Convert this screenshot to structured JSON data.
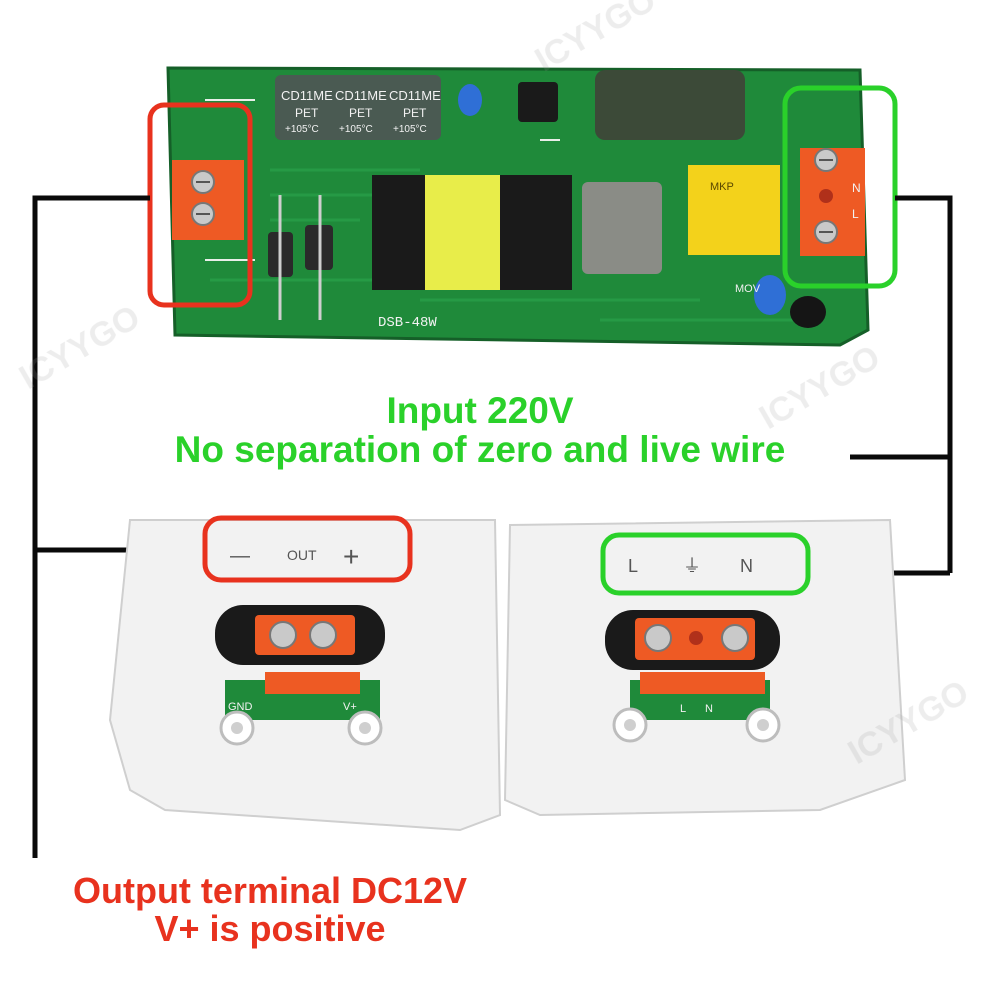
{
  "captions": {
    "input_line1": "Input 220V",
    "input_line2": "No separation of zero and live wire",
    "output_line1": "Output terminal DC12V",
    "output_line2": "V+ is positive"
  },
  "pcb": {
    "capacitor_label_1": "CD11ME",
    "capacitor_label_2": "CD11ME",
    "capacitor_label_3": "CD11ME",
    "capacitor_sub_1": "PET",
    "capacitor_sub_2": "PET",
    "capacitor_sub_3": "PET",
    "capacitor_temp_1": "+105°C",
    "capacitor_temp_2": "+105°C",
    "capacitor_temp_3": "+105°C",
    "model": "DSB-48W",
    "mov_label": "MOV",
    "relay_text": "MKP",
    "terminal_n": "N",
    "terminal_l": "L"
  },
  "output_box": {
    "minus": "—",
    "out": "OUT",
    "plus": "+",
    "gnd": "GND",
    "vplus": "V+"
  },
  "input_box": {
    "l": "L",
    "ground": "⏚",
    "n": "N",
    "pcb_l": "L",
    "pcb_n": "N"
  },
  "watermark": "ICYYGO",
  "colors": {
    "input_highlight": "#2ad12a",
    "output_highlight": "#e8321e",
    "pcb_green": "#1f8a3a",
    "terminal_orange": "#ee5a24",
    "wire": "#0a0a0a"
  }
}
